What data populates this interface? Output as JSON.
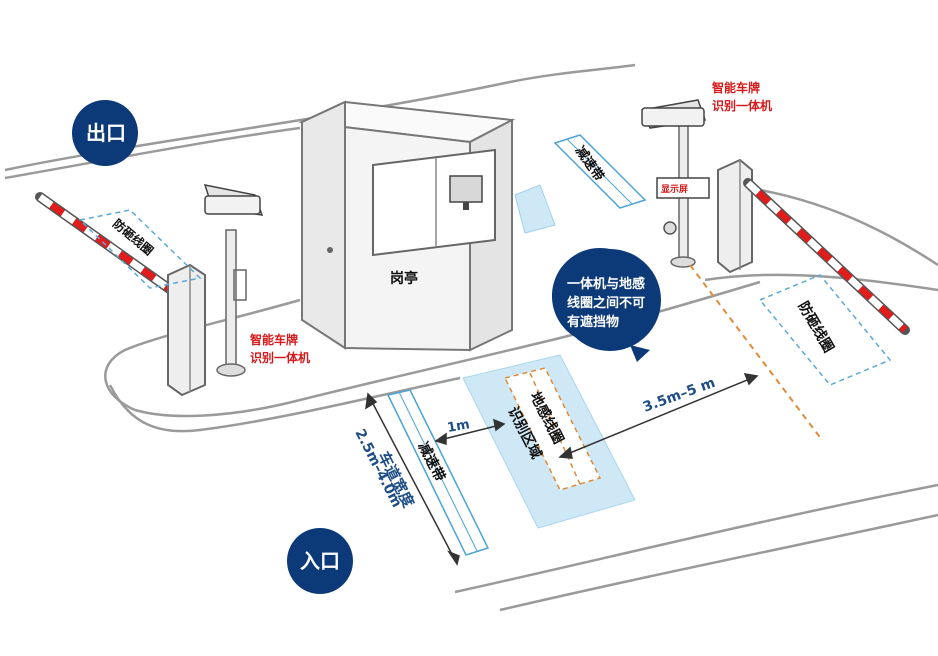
{
  "labels": {
    "exit": "出口",
    "entrance": "入口",
    "booth": "岗亭",
    "camera_exit": [
      "智能车牌",
      "识别一体机"
    ],
    "camera_entrance": [
      "智能车牌",
      "识别一体机"
    ],
    "display": "显示屏",
    "speed_bump_top": "减速带",
    "speed_bump_bottom": "减速带",
    "anti_smash_left": "防砸线圈",
    "anti_smash_right": "防砸线圈",
    "loop_coil": "地感线圈",
    "recognition_zone": "识别区域",
    "note": [
      "一体机与地感",
      "线圈之间不可",
      "有遮挡物"
    ],
    "dist_1m": "1m",
    "dist_range": "3.5m–5 m",
    "lane_width_title": "车道宽度",
    "lane_width_value": "2.5m–4.0m"
  },
  "colors": {
    "navy": "#0c3a78",
    "red_text": "#d6191a",
    "barrier_red": "#e21b1b",
    "zone_fill": "#cfe8f6",
    "blue_text": "#1f4e86"
  }
}
